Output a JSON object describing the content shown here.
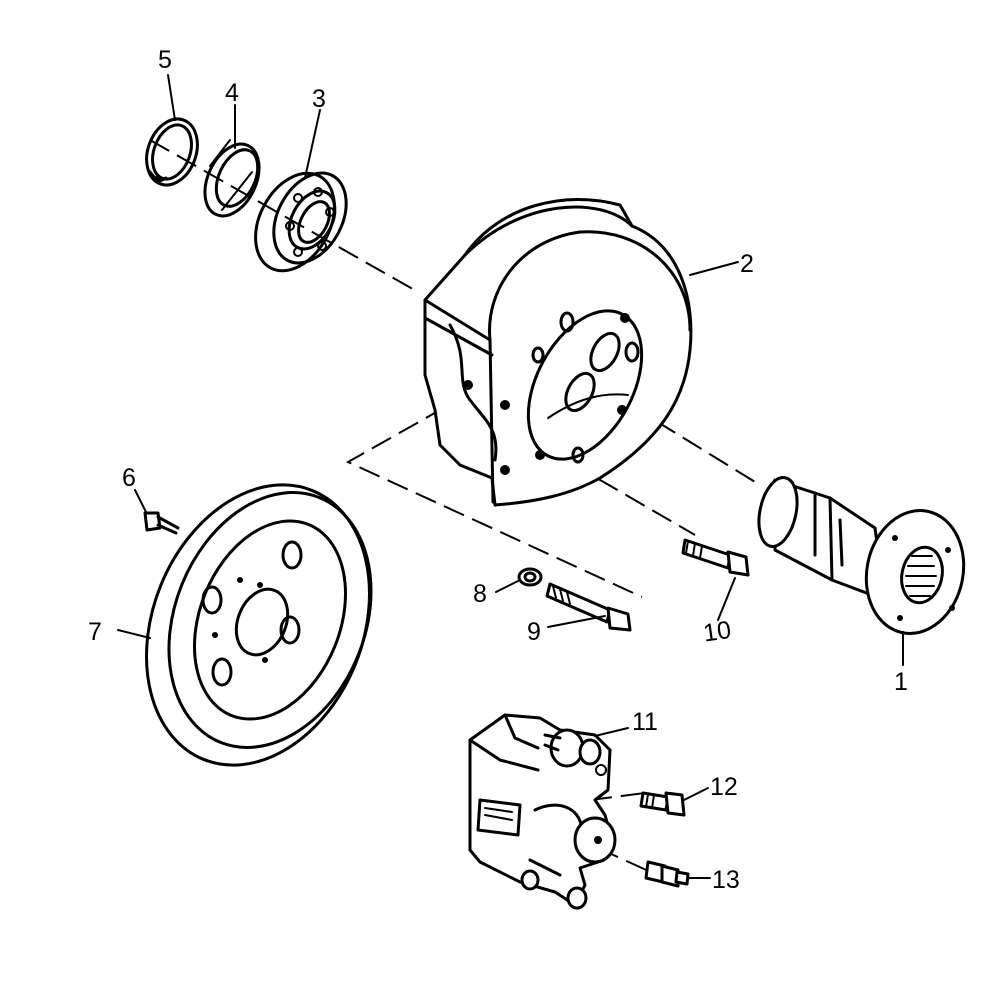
{
  "callouts": {
    "p1": "1",
    "p2": "2",
    "p3": "3",
    "p4": "4",
    "p5": "5",
    "p6": "6",
    "p7": "7",
    "p8": "8",
    "p9": "9",
    "p10": "10",
    "p11": "11",
    "p12": "12",
    "p13": "13"
  }
}
